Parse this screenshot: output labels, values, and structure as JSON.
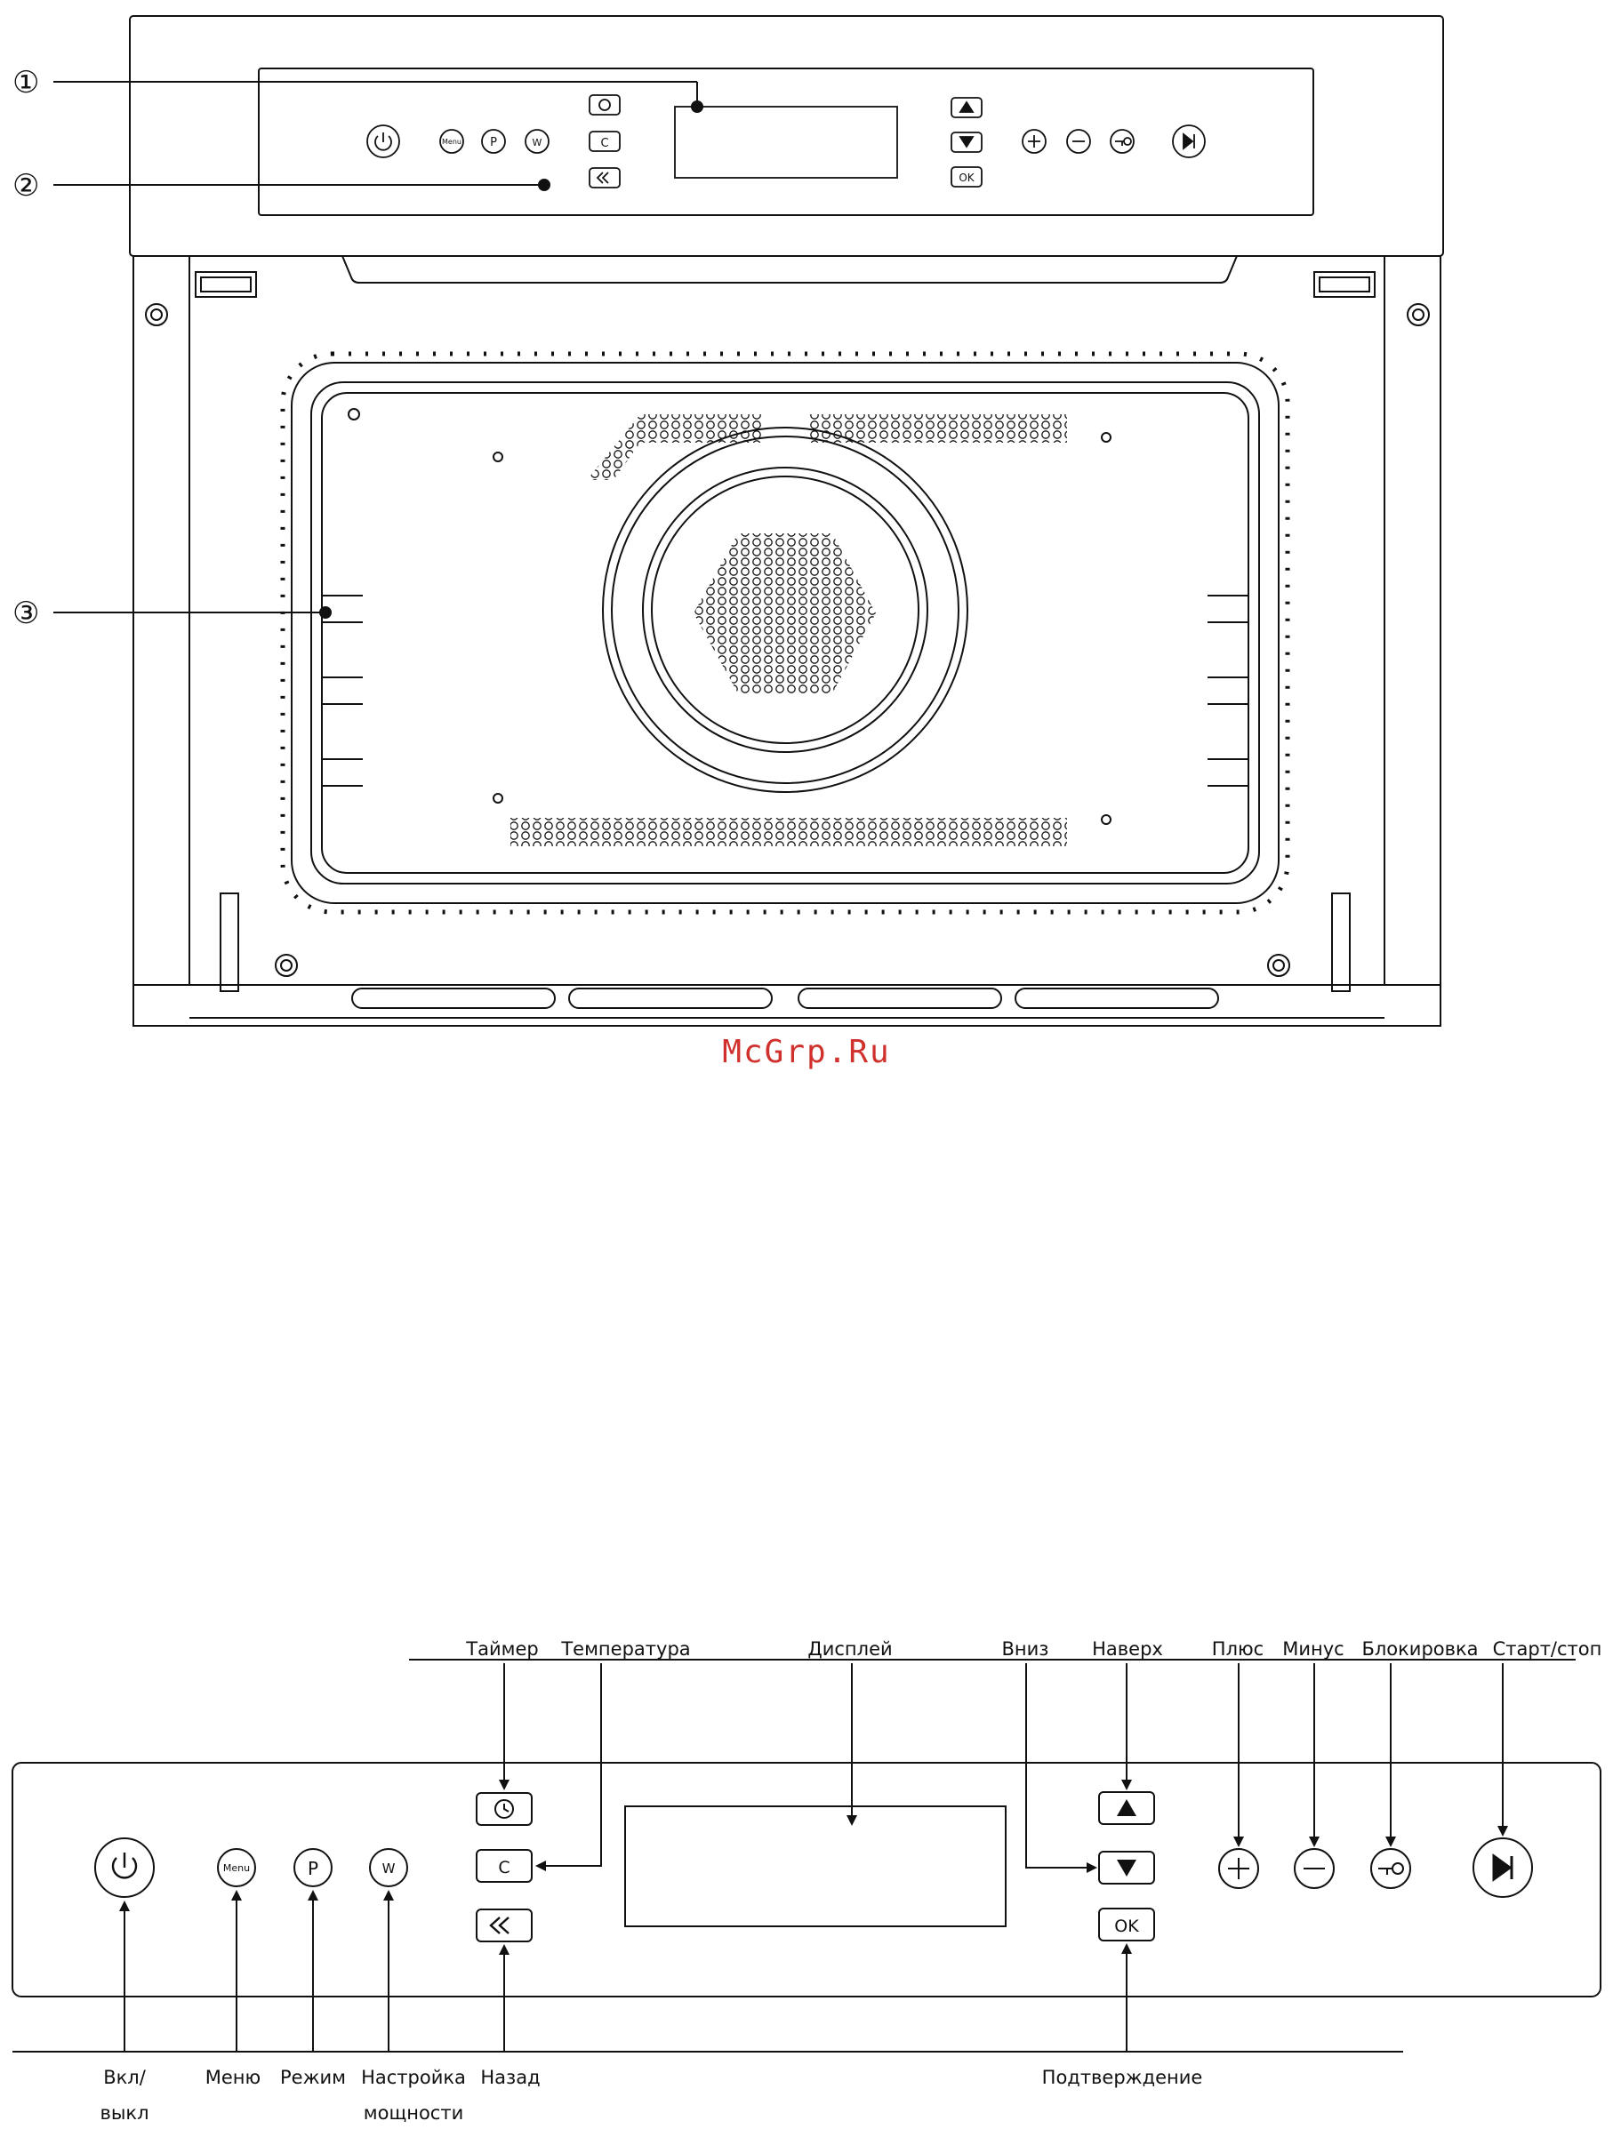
{
  "watermark": "McGrp.Ru",
  "callouts": [
    "①",
    "②",
    "③"
  ],
  "keys": {
    "menu": "Menu",
    "mode": "P",
    "power_level": "W",
    "temperature": "C",
    "confirm": "OK",
    "plus": "+",
    "minus": "−"
  },
  "labels": {
    "timer": "Таймер",
    "temperature": "Температура",
    "display": "Дисплей",
    "down": "Вниз",
    "up": "Наверх",
    "plus": "Плюс",
    "minus": "Минус",
    "lock": "Блокировка",
    "start_stop": "Старт/стоп",
    "on_off_line1": "Вкл/",
    "on_off_line2": "выкл",
    "menu": "Меню",
    "mode": "Режим",
    "power_line1": "Настройка",
    "power_line2": "мощности",
    "back": "Назад",
    "confirm": "Подтверждение"
  },
  "colors": {
    "line": "#111111",
    "watermark": "#d0312d"
  }
}
